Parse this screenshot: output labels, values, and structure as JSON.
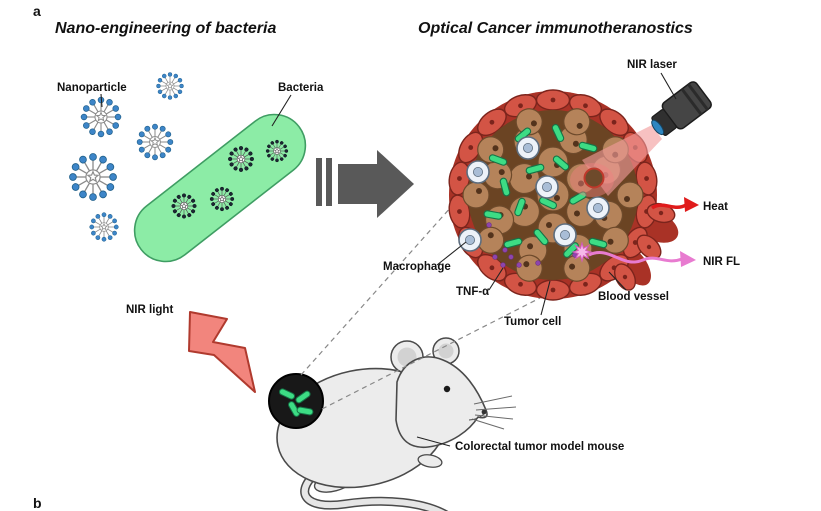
{
  "panels": {
    "a": "a",
    "b": "b"
  },
  "left_section": {
    "title": "Nano-engineering of bacteria",
    "nanoparticle_label": "Nanoparticle",
    "bacteria_label": "Bacteria"
  },
  "right_section": {
    "title": "Optical Cancer immunotheranostics",
    "nir_laser_label": "NIR laser",
    "heat_label": "Heat",
    "nir_fl_label": "NIR FL",
    "macrophage_label": "Macrophage",
    "tnf_label": "TNF-α",
    "blood_vessel_label": "Blood vessel",
    "tumor_cell_label": "Tumor cell"
  },
  "mouse_section": {
    "nir_light_label": "NIR light",
    "mouse_label": "Colorectal tumor model mouse"
  },
  "colors": {
    "bacteria_green": "#8ceca6",
    "rod_green": "#3ddc84",
    "nanoparticle_blue": "#3d85c8",
    "vessel_red": "#a93226",
    "vessel_cell_red": "#d35445",
    "tumor_base_brown": "#6b4423",
    "tumor_cell_brown": "#b5835a",
    "macrophage_blue": "#a9bdd6",
    "tnf_purple": "#8e44ad",
    "heat_red": "#e01b1b",
    "nir_fl_pink": "#e87bd0",
    "laser_beam_pink": "#f29b9b",
    "arrow_gray": "#595959",
    "laser_body_gray": "#454545",
    "lightning_red": "#f2857d",
    "mouse_gray": "#ececec"
  }
}
